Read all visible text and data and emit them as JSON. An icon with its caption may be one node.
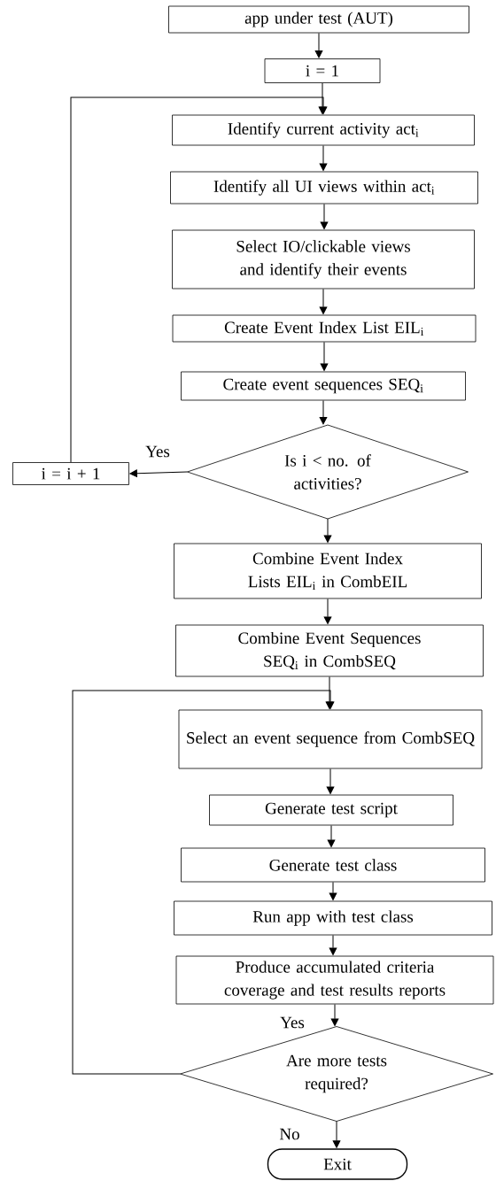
{
  "diagram": {
    "nodes": [
      {
        "text": [
          "app under test (AUT)"
        ]
      },
      {
        "text": [
          "i = 1"
        ]
      },
      {
        "text": [
          "Identify current activity act$_{i}$"
        ]
      },
      {
        "text": [
          "Identify all UI views within act$_{i}$"
        ]
      },
      {
        "text": [
          "Select IO/clickable views and identify their events"
        ]
      },
      {
        "text": [
          "Create Event Index List EIL$_{i}$"
        ]
      },
      {
        "text": [
          "Create event sequences SEQ$_{i}$"
        ]
      },
      {
        "text": [
          "Is i < no. of activities?"
        ]
      },
      {
        "text": [
          "i = i + 1"
        ]
      },
      {
        "text": [
          "Combine Event Index Lists EIL$_{i}$ in CombEIL"
        ]
      },
      {
        "text": [
          "Combine Event Sequences SEQ$_{i}$ in CombSEQ"
        ]
      },
      {
        "text": [
          "Select an event sequence from CombSEQ"
        ]
      },
      {
        "text": [
          "Generate test script"
        ]
      },
      {
        "text": [
          "Generate test class"
        ]
      },
      {
        "text": [
          "Run app with test class"
        ]
      },
      {
        "text": [
          "Produce accumulated criteria coverage and test results reports"
        ]
      },
      {
        "text": [
          "Are more tests required?"
        ]
      },
      {
        "text": [
          "Exit"
        ]
      }
    ],
    "edges": [
      {
        "from": 0,
        "to": 1,
        "arrow": "to"
      },
      {
        "from": 1,
        "to": 2,
        "arrow": "to"
      },
      {
        "from": 2,
        "to": 3,
        "arrow": "to"
      },
      {
        "from": 3,
        "to": 4,
        "arrow": "to"
      },
      {
        "from": 4,
        "to": 5,
        "arrow": "to"
      },
      {
        "from": 5,
        "to": 6,
        "arrow": "to"
      },
      {
        "from": 6,
        "to": 7,
        "arrow": "to"
      },
      {
        "from": 7,
        "to": 8,
        "arrow": "to",
        "label": "Yes"
      },
      {
        "from": 8,
        "to": 2,
        "arrow": "to"
      },
      {
        "from": 7,
        "to": 9,
        "arrow": "to"
      },
      {
        "from": 9,
        "to": 10,
        "arrow": "to"
      },
      {
        "from": 10,
        "to": 11,
        "arrow": "to"
      },
      {
        "from": 11,
        "to": 12,
        "arrow": "to"
      },
      {
        "from": 12,
        "to": 13,
        "arrow": "to"
      },
      {
        "from": 13,
        "to": 14,
        "arrow": "to"
      },
      {
        "from": 14,
        "to": 15,
        "arrow": "to"
      },
      {
        "from": 15,
        "to": 16,
        "arrow": "to"
      },
      {
        "from": 16,
        "to": 11,
        "arrow": "to"
      },
      {
        "from": 16,
        "to": 17,
        "arrow": "to",
        "label": "No"
      }
    ],
    "labels": [
      "Yes"
    ]
  }
}
